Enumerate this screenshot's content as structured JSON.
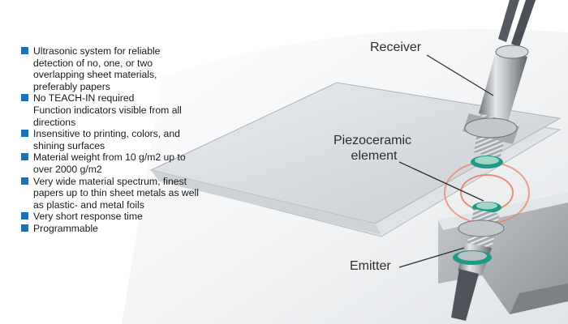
{
  "features": [
    {
      "lines": [
        "Ultrasonic system for reliable detection of no, one, or two overlapping sheet materials, preferably papers"
      ]
    },
    {
      "lines": [
        "No TEACH-IN required",
        "Function indicators visible from all directions"
      ]
    },
    {
      "lines": [
        "Insensitive to printing, colors, and shining surfaces"
      ]
    },
    {
      "lines": [
        "Material weight from 10 g/m2 up to over 2000 g/m2"
      ]
    },
    {
      "lines": [
        "Very wide material spectrum, finest papers up to thin sheet metals as well as plastic- and metal foils"
      ]
    },
    {
      "lines": [
        "Very short response time"
      ]
    },
    {
      "lines": [
        "Programmable"
      ]
    }
  ],
  "labels": {
    "receiver": "Receiver",
    "piezo_line1": "Piezoceramic",
    "piezo_line2": "element",
    "emitter": "Emitter"
  },
  "colors": {
    "bullet": "#1e6fb4",
    "wave": "#e8836b",
    "seal_ring": "#1f9a84"
  }
}
